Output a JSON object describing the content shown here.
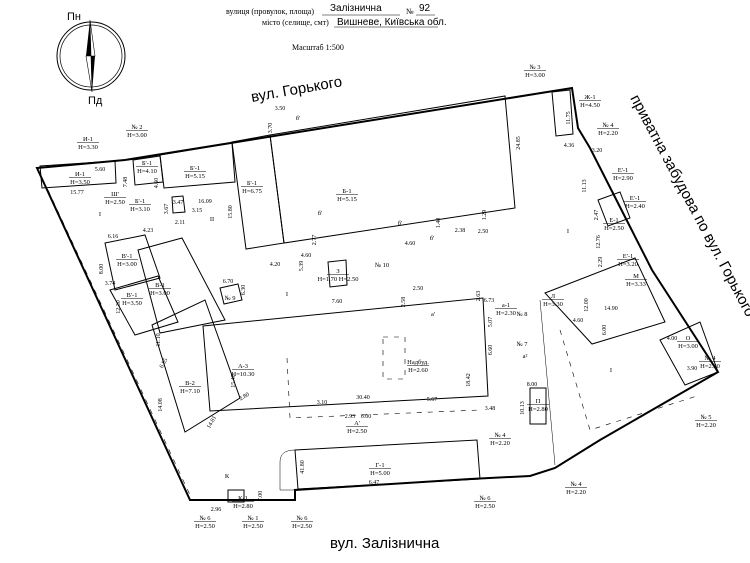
{
  "header": {
    "street_caption": "вулиця (провулок, площа)",
    "street_value": "Залізнична",
    "number_sign": "№",
    "number_value": "92",
    "city_caption": "місто (селище, смт)",
    "city_value": "Вишневе, Київська обл.",
    "scale": "Масштаб 1:500"
  },
  "compass": {
    "north": "Пн",
    "south": "Пд"
  },
  "streets": {
    "top": "вул. Горького",
    "right": "приватна забудова  по вул. Горького",
    "bottom": "вул. Залізнична"
  },
  "labels": [
    {
      "name": "И-1",
      "height": "H=3.30"
    },
    {
      "name": "И-1",
      "height": "H=3.50"
    },
    {
      "name": "№ 2",
      "height": "H=3.00"
    },
    {
      "name": "Б'-1",
      "height": "H=4.10"
    },
    {
      "name": "Б'-1",
      "height": "H=5.15"
    },
    {
      "name": "Б'-1",
      "height": "H=6.75"
    },
    {
      "name": "Б-1",
      "height": "H=5.15"
    },
    {
      "name": "Б'-1",
      "height": "H=3.10"
    },
    {
      "name": "Ш'",
      "height": "H=2.50"
    },
    {
      "name": "№ 3",
      "height": "H=3.00"
    },
    {
      "name": "Ж-1",
      "height": "H=4.50"
    },
    {
      "name": "№ 4",
      "height": "H=2.20"
    },
    {
      "name": "Е'-1",
      "height": "H=2.90"
    },
    {
      "name": "Е'-1",
      "height": "H=2.40"
    },
    {
      "name": "Е-1",
      "height": "H=2.50"
    },
    {
      "name": "Е'-1",
      "height": "H=3.20"
    },
    {
      "name": "М",
      "height": "H=3.33"
    },
    {
      "name": "Л",
      "height": "H=3.30"
    },
    {
      "name": "О",
      "height": "H=3.00"
    },
    {
      "name": "№ 4",
      "height": "H=2.20"
    },
    {
      "name": "а-1",
      "height": "H=2.30"
    },
    {
      "name": "З",
      "height": "H=1.70 H=2.50"
    },
    {
      "name": "В'-1",
      "height": "H=3.00"
    },
    {
      "name": "В'-1",
      "height": "H=3.50"
    },
    {
      "name": "В-1",
      "height": "H=3.00"
    },
    {
      "name": "В-2",
      "height": "H=7.10"
    },
    {
      "name": "А-3",
      "height": "H=10.30"
    },
    {
      "name": "Надбуд.",
      "height": "H=2.60"
    },
    {
      "name": "А'",
      "height": "H=2.50"
    },
    {
      "name": "П",
      "height": "H=2.80"
    },
    {
      "name": "Г-1",
      "height": "H=5.00"
    },
    {
      "name": "№ 4",
      "height": "H=2.20"
    },
    {
      "name": "№ 5",
      "height": "H=2.20"
    },
    {
      "name": "№ 4",
      "height": "H=2.20"
    },
    {
      "name": "№ 6",
      "height": "H=2.50"
    },
    {
      "name": "К-1",
      "height": "H=2.80"
    },
    {
      "name": "№ 6",
      "height": "H=2.50"
    },
    {
      "name": "№ 1",
      "height": "H=2.50"
    },
    {
      "name": "№ 6",
      "height": "H=2.50"
    }
  ],
  "marks": [
    "№ 10",
    "№ 9",
    "№ 8",
    "№ 7",
    "К",
    "I",
    "I",
    "I",
    "I",
    "II",
    "б'",
    "б'",
    "б'",
    "б'",
    "а'",
    "а²"
  ],
  "dimensions": [
    "15.77",
    "5.60",
    "7.48",
    "4.60",
    "16.09",
    "3.67",
    "3.47",
    "2.11",
    "3.15",
    "15.80",
    "4.20",
    "4.60",
    "2.77",
    "3.50",
    "3.70",
    "24.85",
    "11.75",
    "4.36",
    "3.20",
    "11.13",
    "2.47",
    "12.76",
    "2.29",
    "4.60",
    "1.40",
    "2.38",
    "2.50",
    "1.29",
    "6.16",
    "4.23",
    "8.00",
    "3.74",
    "12.30",
    "11.10",
    "6.85",
    "14.08",
    "14.81",
    "2.80",
    "6.70",
    "6.30",
    "5.39",
    "7.60",
    "2.50",
    "2.58",
    "2.63",
    "6.73",
    "5.07",
    "6.60",
    "18.42",
    "15.40",
    "3.10",
    "30.40",
    "5.67",
    "2.93",
    "6.00",
    "3.48",
    "8.00",
    "10.13",
    "41.80",
    "6.47",
    "2.96",
    "7.00",
    "4.60",
    "12.00",
    "14.90",
    "6.00",
    "4.00",
    "3.90"
  ]
}
